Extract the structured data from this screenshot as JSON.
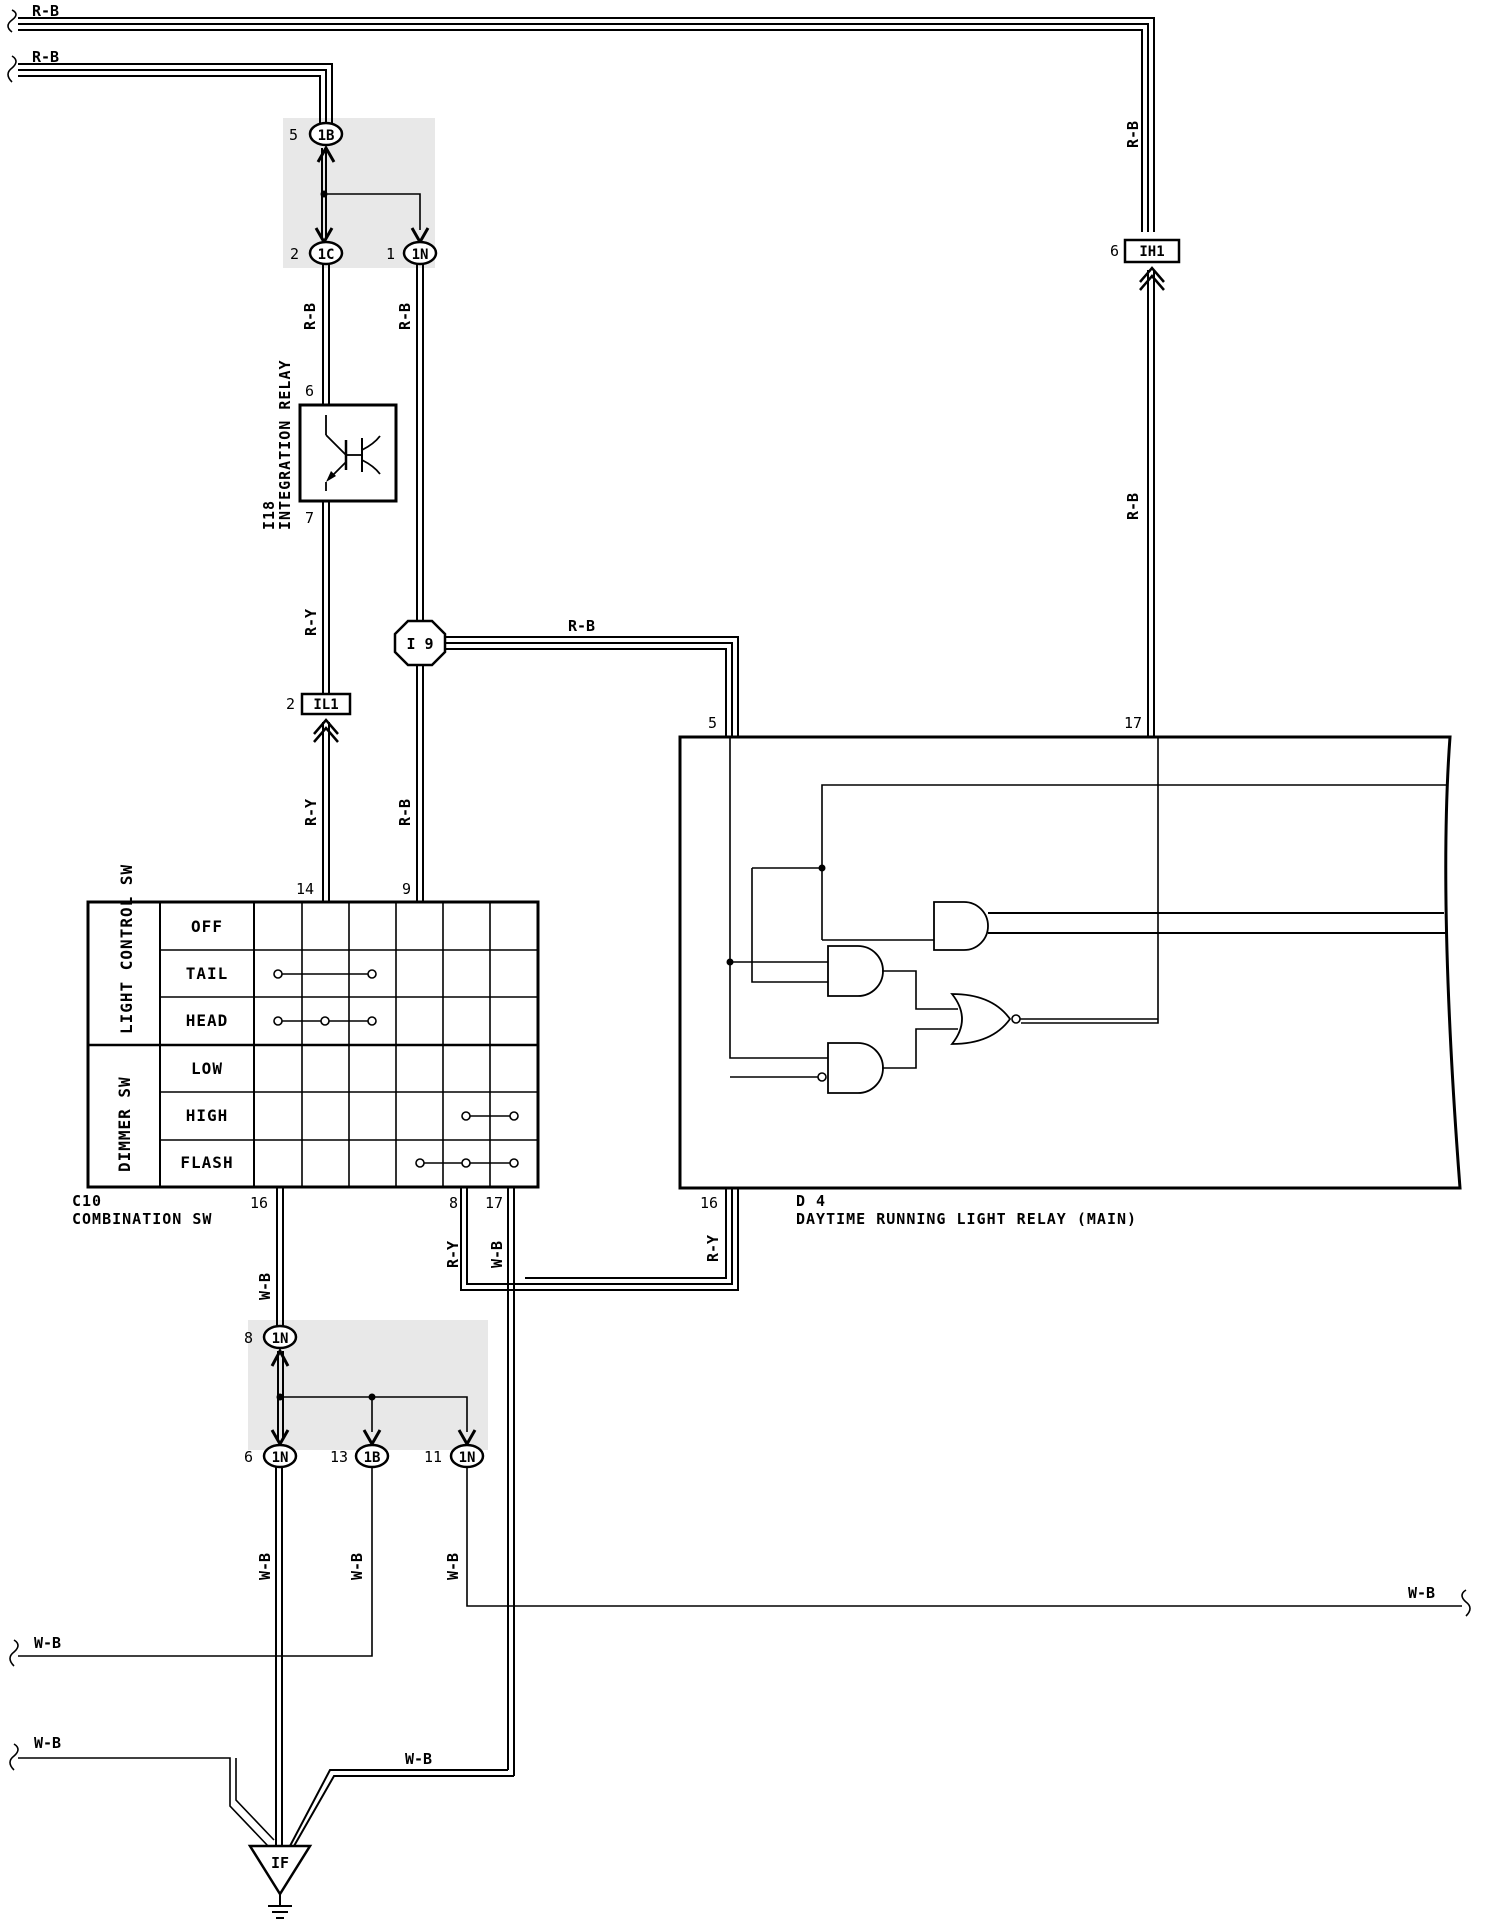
{
  "wires": {
    "top1": "R-B",
    "top2": "R-B",
    "right_vertical_a": "R-B",
    "right_vertical_b": "R-B",
    "relay_in": "R-B",
    "relay_out": "R-Y",
    "down_to_switch_ry": "R-Y",
    "down_to_switch_rb": "R-B",
    "i9_to_d4": "R-B",
    "c10_16": "W-B",
    "c10_8": "R-Y",
    "c10_17": "W-B",
    "d4_16": "R-Y",
    "branch_6": "W-B",
    "branch_13": "W-B",
    "branch_11": "W-B",
    "right_exit": "W-B",
    "left_1": "W-B",
    "left_2": "W-B",
    "ground_return": "W-B"
  },
  "connectors": {
    "c_1b_top": {
      "label": "1B",
      "pin": "5"
    },
    "c_1c": {
      "label": "1C",
      "pin": "2"
    },
    "c_1n_top": {
      "label": "1N",
      "pin": "1"
    },
    "c_ih1": {
      "label": "IH1",
      "pin": "6"
    },
    "c_il1": {
      "label": "IL1",
      "pin": "2"
    },
    "c_i9": {
      "label": "I 9"
    },
    "c_1n_mid": {
      "label": "1N",
      "pin": "8"
    },
    "c_1n_6": {
      "label": "1N",
      "pin": "6"
    },
    "c_1b_13": {
      "label": "1B",
      "pin": "13"
    },
    "c_1n_11": {
      "label": "1N",
      "pin": "11"
    },
    "ground": {
      "label": "IF"
    }
  },
  "relay_i18": {
    "id": "I18",
    "name": "INTEGRATION RELAY",
    "pin_top": "6",
    "pin_bottom": "7"
  },
  "d4": {
    "id": "D 4",
    "name": "DAYTIME RUNNING LIGHT RELAY (MAIN)",
    "pin_5": "5",
    "pin_17": "17",
    "pin_16": "16"
  },
  "c10": {
    "id": "C10",
    "name": "COMBINATION SW",
    "pin_14": "14",
    "pin_9": "9",
    "pin_16": "16",
    "pin_8": "8",
    "pin_17": "17",
    "group1": "LIGHT CONTROL SW",
    "group2": "DIMMER SW",
    "rows": [
      "OFF",
      "TAIL",
      "HEAD",
      "LOW",
      "HIGH",
      "FLASH"
    ]
  }
}
